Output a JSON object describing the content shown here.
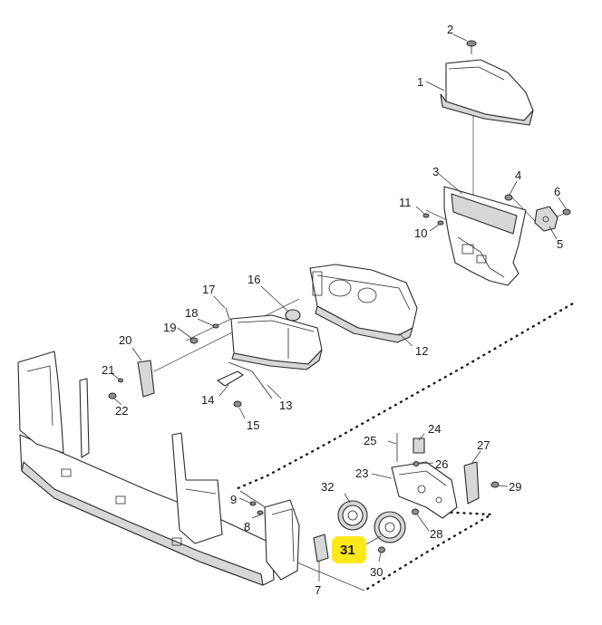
{
  "callouts": [
    {
      "id": "c1",
      "label": "1"
    },
    {
      "id": "c2",
      "label": "2"
    },
    {
      "id": "c3",
      "label": "3"
    },
    {
      "id": "c4",
      "label": "4"
    },
    {
      "id": "c5",
      "label": "5"
    },
    {
      "id": "c6",
      "label": "6"
    },
    {
      "id": "c7",
      "label": "7"
    },
    {
      "id": "c8",
      "label": "8"
    },
    {
      "id": "c9",
      "label": "9"
    },
    {
      "id": "c10",
      "label": "10"
    },
    {
      "id": "c11",
      "label": "11"
    },
    {
      "id": "c12",
      "label": "12"
    },
    {
      "id": "c13",
      "label": "13"
    },
    {
      "id": "c14",
      "label": "14"
    },
    {
      "id": "c15",
      "label": "15"
    },
    {
      "id": "c16",
      "label": "16"
    },
    {
      "id": "c17",
      "label": "17"
    },
    {
      "id": "c18",
      "label": "18"
    },
    {
      "id": "c19",
      "label": "19"
    },
    {
      "id": "c20",
      "label": "20"
    },
    {
      "id": "c21",
      "label": "21"
    },
    {
      "id": "c22",
      "label": "22"
    },
    {
      "id": "c23",
      "label": "23"
    },
    {
      "id": "c24",
      "label": "24"
    },
    {
      "id": "c25",
      "label": "25"
    },
    {
      "id": "c26",
      "label": "26"
    },
    {
      "id": "c27",
      "label": "27"
    },
    {
      "id": "c28",
      "label": "28"
    },
    {
      "id": "c29",
      "label": "29"
    },
    {
      "id": "c30",
      "label": "30"
    },
    {
      "id": "c31",
      "label": "31"
    },
    {
      "id": "c32",
      "label": "32"
    }
  ],
  "highlighted_callout": "31",
  "colors": {
    "highlight": "#ffe81a",
    "line": "#2a2a2a",
    "background": "#ffffff"
  }
}
